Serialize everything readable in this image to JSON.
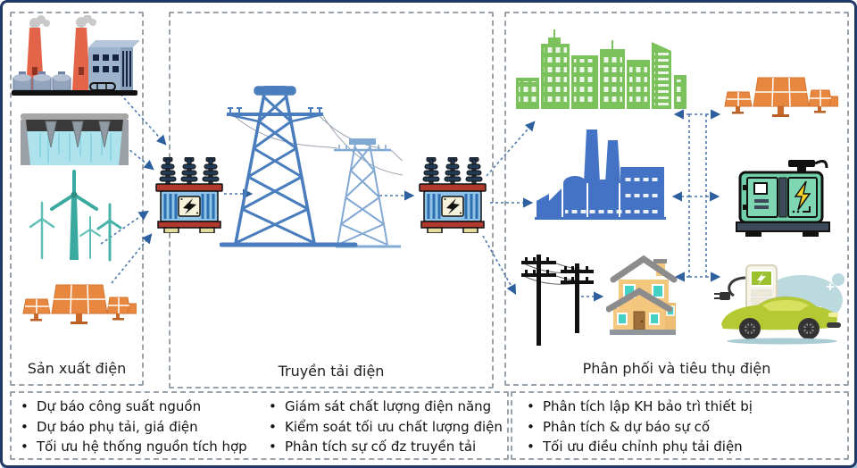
{
  "sections": {
    "production": {
      "label": "Sản xuất điện",
      "icons": [
        "power-plant-icon",
        "hydro-dam-icon",
        "wind-turbines-icon",
        "solar-panels-icon"
      ]
    },
    "transmission": {
      "label": "Truyền tải điện",
      "icons": [
        "transformer-icon",
        "transmission-towers-icon",
        "transformer-icon"
      ]
    },
    "distribution": {
      "label": "Phân phối và tiêu thụ điện",
      "icons": [
        "city-buildings-icon",
        "rooftop-solar-icon",
        "factory-icon",
        "generator-icon",
        "utility-poles-icon",
        "house-icon",
        "ev-charging-icon"
      ]
    }
  },
  "bullets": {
    "production": [
      "Dự báo công suất nguồn",
      "Dự báo phụ tải, giá điện",
      "Tối ưu hệ thống nguồn tích hợp"
    ],
    "transmission": [
      "Giám sát chất lượng điện năng",
      "Kiểm soát tối ưu chất lượng điện",
      "Phân tích sự cố đz truyền tải"
    ],
    "distribution": [
      "Phân tích lập KH bảo trì thiết bị",
      "Phân tích & dự báo sự cố",
      "Tối ưu điều chỉnh phụ tải điện"
    ]
  },
  "colors": {
    "frame_border": "#1f3864",
    "frame_shadow": "#a9c7e2",
    "dashed_border": "#9aa3ab",
    "arrow": "#4c79ad",
    "arrowhead": "#2e5f9e",
    "tower_blue": "#4a7dbd",
    "city_green": "#7cc25c",
    "factory_blue": "#4472c4",
    "solar_orange": "#e8873f",
    "wind_teal": "#3aa99f",
    "water_cyan": "#aee3ee",
    "plant_red": "#e2654a",
    "generator_teal": "#6fcfa8",
    "house_tan": "#f3c87e",
    "car_green": "#b4c934",
    "transformer_body": "#8fc3e8",
    "transformer_red": "#b03a2e"
  }
}
